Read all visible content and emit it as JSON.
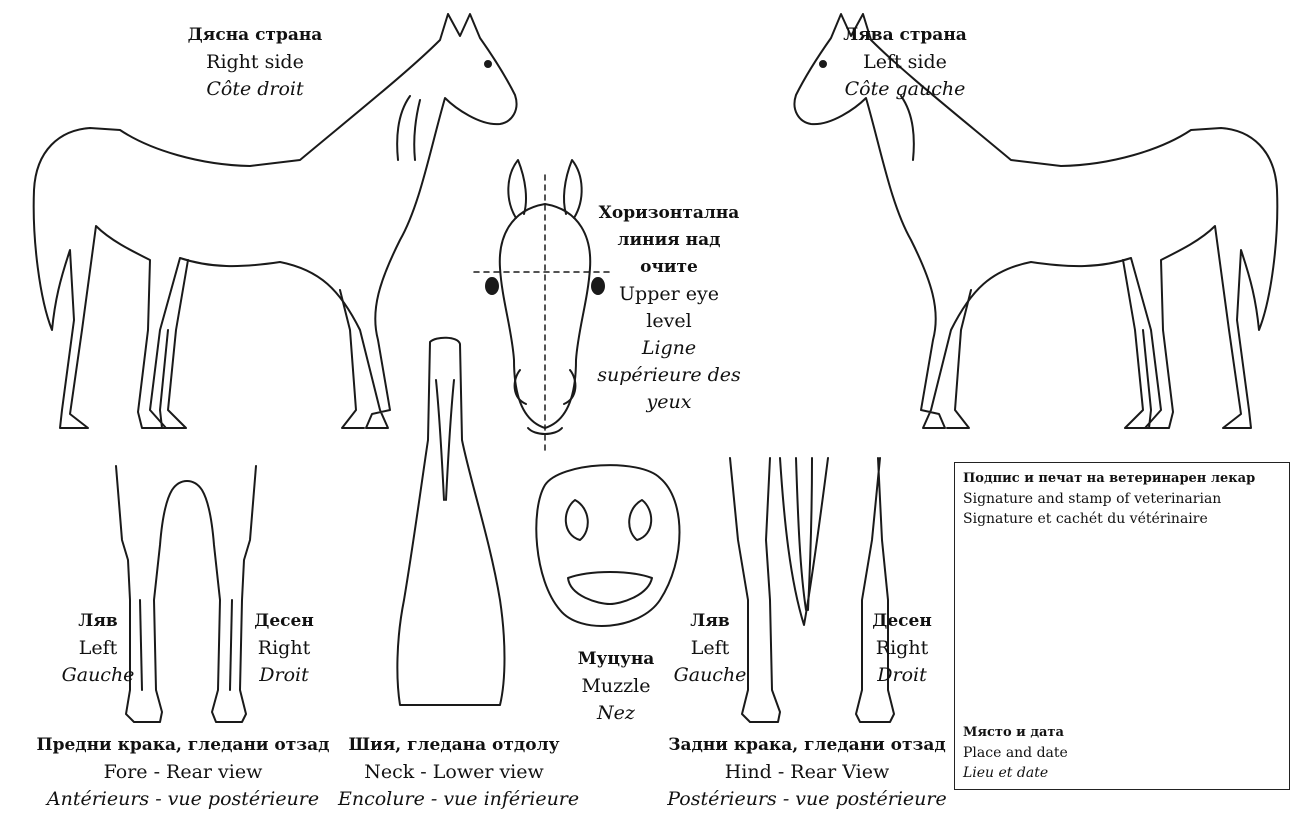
{
  "right_side": {
    "bg": "Дясна страна",
    "en": "Right side",
    "fr": "Côte droit"
  },
  "left_side": {
    "bg": "Лява страна",
    "en": "Left side",
    "fr": "Côte gauche"
  },
  "eye_level": {
    "bg": "Хоризонтална линия над очите",
    "en": "Upper eye level",
    "fr": "Ligne supérieure des yeux"
  },
  "fore_left": {
    "bg": "Ляв",
    "en": "Left",
    "fr": "Gauche"
  },
  "fore_right": {
    "bg": "Десен",
    "en": "Right",
    "fr": "Droit"
  },
  "fore_caption": {
    "bg": "Предни крака, гледани отзад",
    "en": "Fore - Rear view",
    "fr": "Antérieurs - vue postérieure"
  },
  "neck_caption": {
    "bg": "Шия, гледана отдолу",
    "en": "Neck - Lower view",
    "fr": "Encolure - vue inférieure"
  },
  "muzzle": {
    "bg": "Муцуна",
    "en": "Muzzle",
    "fr": "Nez"
  },
  "hind_left": {
    "bg": "Ляв",
    "en": "Left",
    "fr": "Gauche"
  },
  "hind_right": {
    "bg": "Десен",
    "en": "Right",
    "fr": "Droit"
  },
  "hind_caption": {
    "bg": "Задни крака, гледани отзад",
    "en": "Hind - Rear View",
    "fr": "Postérieurs - vue postérieure"
  },
  "signature": {
    "bg": "Подпис и печат на ветеринарен лекар",
    "en": "Signature and stamp of veterinarian",
    "fr": "Signature et cachét du vétérinaire"
  },
  "place_date": {
    "bg": "Място и дата",
    "en": "Place and date",
    "fr": "Lieu et date"
  }
}
